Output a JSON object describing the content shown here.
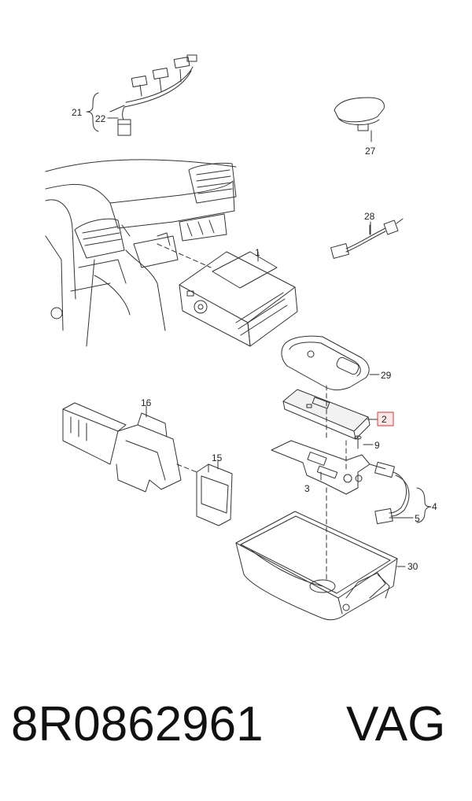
{
  "callouts": {
    "c1": "1",
    "c2": "2",
    "c3": "3",
    "c4": "4",
    "c5": "5",
    "c9": "9",
    "c15": "15",
    "c16": "16",
    "c21": "21",
    "c22": "22",
    "c27": "27",
    "c28": "28",
    "c29": "29",
    "c30": "30"
  },
  "caption": {
    "part_number": "8R0862961",
    "brand": "VAG"
  },
  "colors": {
    "line": "#333333",
    "highlight_box": "#e05a5a",
    "highlight_fill": "#fde8e8",
    "text": "#111111"
  }
}
